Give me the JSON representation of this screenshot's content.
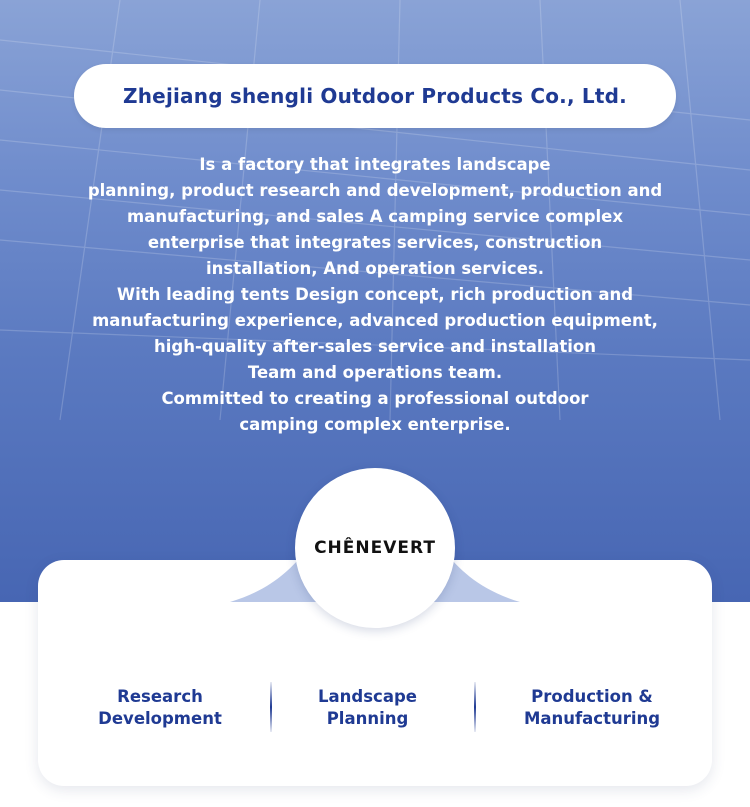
{
  "company_name": "Zhejiang shengli Outdoor Products Co., Ltd.",
  "intro_lines": [
    "Is a factory that integrates landscape",
    "planning, product research and development, production and",
    "manufacturing, and sales A camping service complex",
    "enterprise that integrates services, construction",
    "installation, And operation services.",
    "With leading tents Design concept, rich production and",
    "manufacturing experience, advanced production equipment,",
    "high-quality after-sales service and installation",
    "Team and operations team.",
    "Committed to creating a professional outdoor",
    "camping complex enterprise."
  ],
  "logo": {
    "text": "CHÊNEVERT"
  },
  "features": [
    {
      "line1": "Research",
      "line2": "Development"
    },
    {
      "line1": "Landscape",
      "line2": "Planning"
    },
    {
      "line1": "Production &",
      "line2": "Manufacturing"
    }
  ],
  "colors": {
    "brand_blue": "#1f3a93",
    "hero_top": "#8aa3d6",
    "hero_bottom": "#4766b3",
    "white": "#ffffff"
  }
}
